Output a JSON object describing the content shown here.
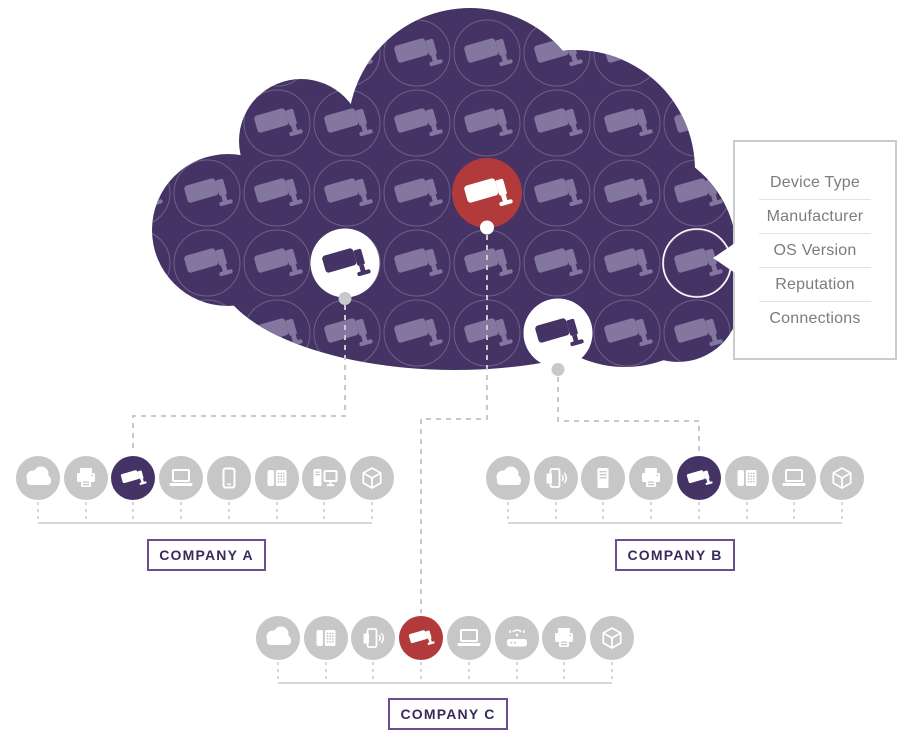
{
  "callout": {
    "items": [
      "Device Type",
      "Manufacturer",
      "OS Version",
      "Reputation",
      "Connections"
    ],
    "attached_to": "highlighted-camera-on-cloud-edge"
  },
  "cloud": {
    "pattern_icon": "cctv-camera-icon",
    "highlighted_devices": [
      {
        "id": "camera-linked-to-company-a",
        "style": "white-circle",
        "connects_to": "COMPANY A"
      },
      {
        "id": "camera-linked-to-company-c",
        "style": "red-circle",
        "connects_to": "COMPANY C"
      },
      {
        "id": "camera-linked-to-company-b",
        "style": "white-circle",
        "connects_to": "COMPANY B"
      },
      {
        "id": "camera-with-attributes-callout",
        "style": "white-ring",
        "connects_to": "callout"
      }
    ]
  },
  "companies": [
    {
      "label": "COMPANY A",
      "devices": [
        "cloud",
        "printer",
        "cctv-camera",
        "laptop",
        "smartphone",
        "deskphone",
        "desktop",
        "cube"
      ],
      "highlight": {
        "index": 2,
        "color": "purple"
      }
    },
    {
      "label": "COMPANY B",
      "devices": [
        "cloud",
        "cardreader",
        "server",
        "printer",
        "cctv-camera",
        "deskphone",
        "laptop",
        "cube"
      ],
      "highlight": {
        "index": 4,
        "color": "purple"
      }
    },
    {
      "label": "COMPANY C",
      "devices": [
        "cloud",
        "deskphone",
        "cardreader",
        "cctv-camera",
        "laptop",
        "router",
        "printer",
        "cube"
      ],
      "highlight": {
        "index": 3,
        "color": "red"
      }
    }
  ],
  "colors": {
    "cloud_purple": "#463366",
    "pattern_camera": "#83779f",
    "alert_red": "#b23a3a",
    "device_gray": "#c7c7c7",
    "connector_gray": "#c9c9c9",
    "bracket_gray": "#d6d6d6",
    "label_text": "#3a2a5c",
    "label_border": "#6a4e90",
    "callout_text": "#7c7c7c",
    "callout_border": "#cccccc"
  }
}
